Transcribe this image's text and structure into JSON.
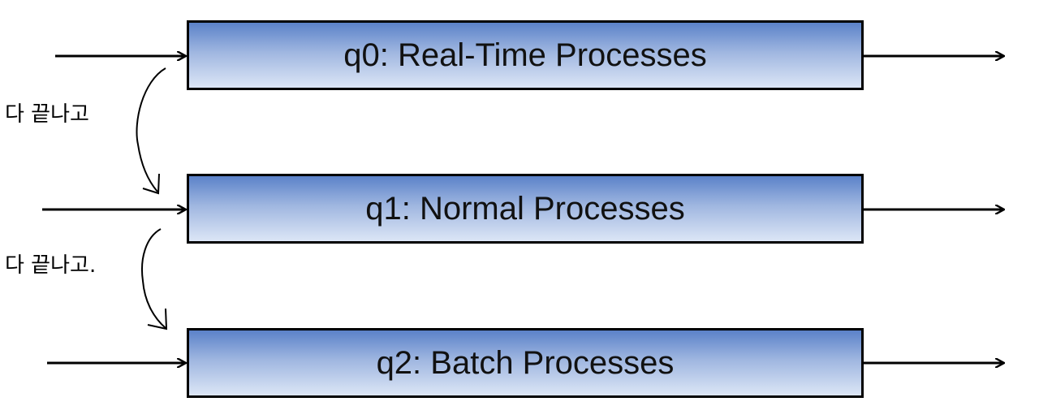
{
  "queues": [
    {
      "label": "q0: Real-Time Processes"
    },
    {
      "label": "q1: Normal Processes"
    },
    {
      "label": "q2: Batch Processes"
    }
  ],
  "annotations": [
    {
      "text": "다 끝나고"
    },
    {
      "text": "다 끝나고."
    }
  ],
  "colors": {
    "box_top": "#5b82c9",
    "box_bottom": "#dce6f6",
    "stroke": "#000000"
  }
}
